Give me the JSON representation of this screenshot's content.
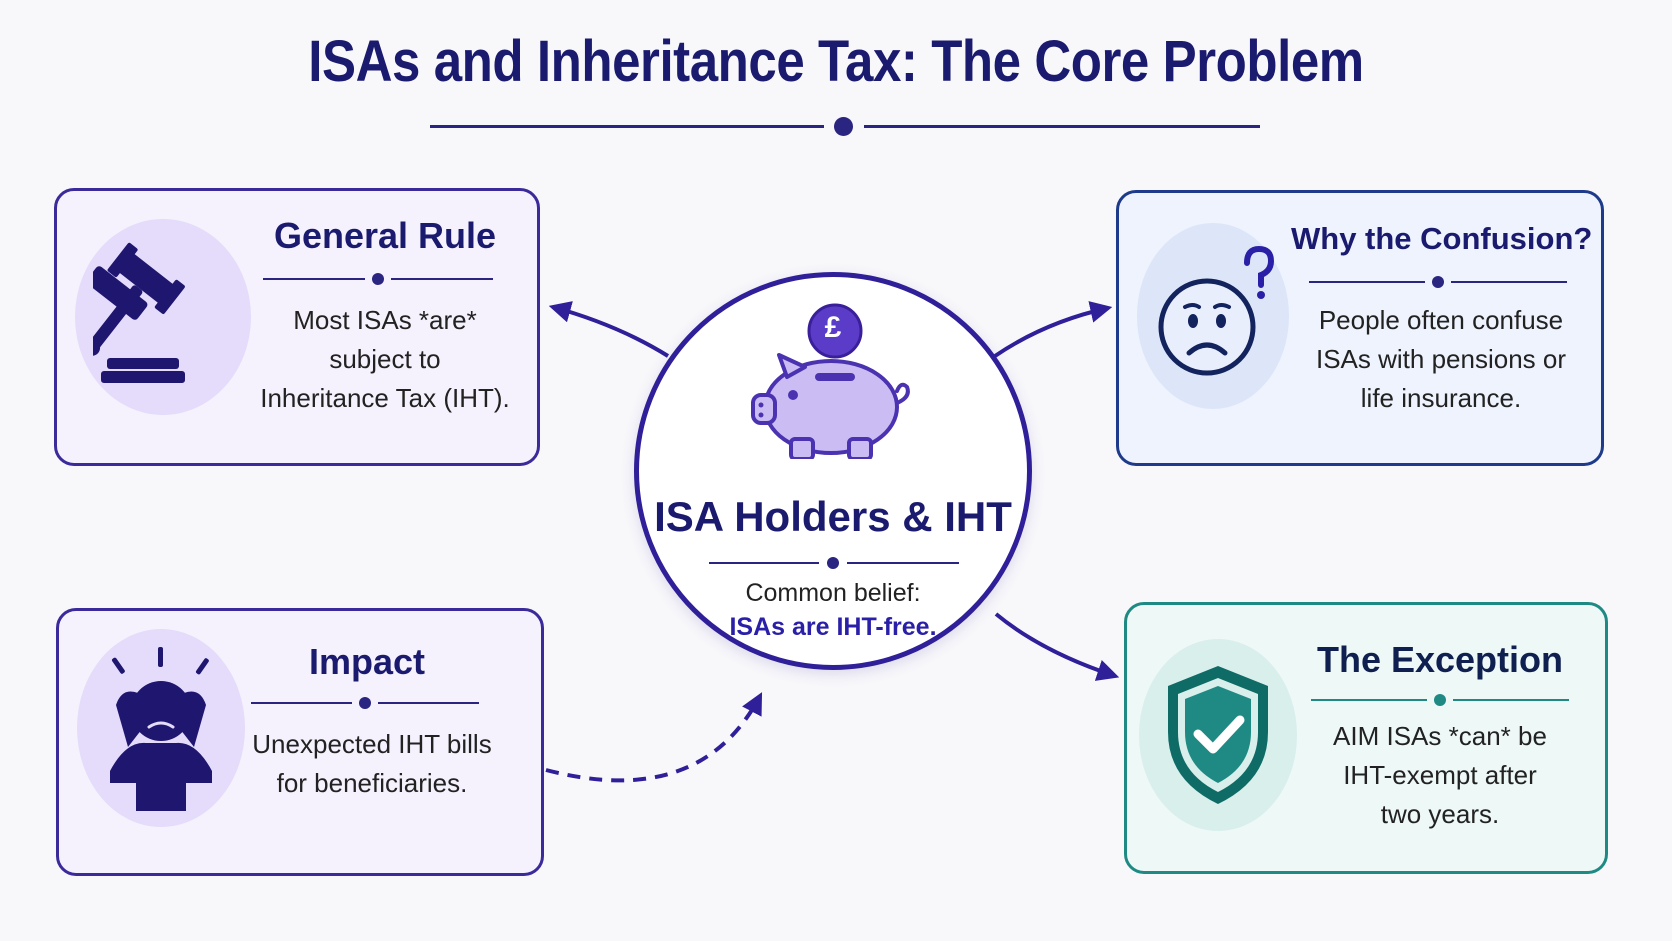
{
  "title": "ISAs and Inheritance Tax: The Core Problem",
  "colors": {
    "navy": "#1a1a6e",
    "purple_border": "#3a2a9a",
    "blue_border": "#1e3a8a",
    "teal_border": "#1f8a84",
    "arrow": "#2f1f99"
  },
  "center": {
    "icon": "piggy-bank-icon",
    "coin_symbol": "£",
    "title": "ISA Holders & IHT",
    "belief": "Common belief:",
    "highlight": "ISAs are IHT-free."
  },
  "cards": {
    "general": {
      "icon": "gavel-icon",
      "heading": "General Rule",
      "lines": [
        "Most ISAs *are*",
        "subject to",
        "Inheritance Tax (IHT)."
      ]
    },
    "confusion": {
      "icon": "confused-face-icon",
      "heading": "Why the Confusion?",
      "lines": [
        "People often confuse",
        "ISAs with pensions or",
        "life insurance."
      ]
    },
    "impact": {
      "icon": "stressed-person-icon",
      "heading": "Impact",
      "lines": [
        "Unexpected IHT bills",
        "for beneficiaries."
      ]
    },
    "exception": {
      "icon": "shield-check-icon",
      "heading": "The Exception",
      "lines": [
        "AIM ISAs *can* be",
        "IHT-exempt after",
        "two years."
      ]
    }
  }
}
